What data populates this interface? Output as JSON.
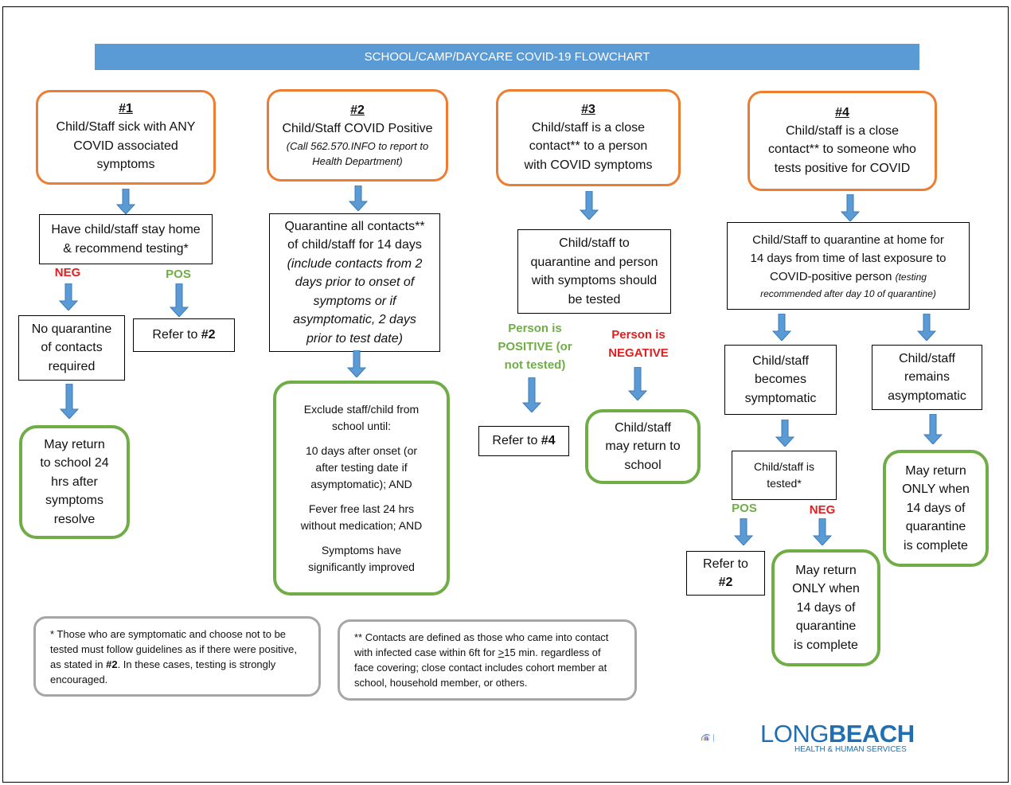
{
  "title": "SCHOOL/CAMP/DAYCARE COVID-19 FLOWCHART",
  "colors": {
    "banner": "#5b9bd5",
    "orange": "#ed7d31",
    "green": "#70ad47",
    "neg": "#e02020",
    "arrow": "#5b9bd5",
    "note": "#a6a6a6"
  },
  "col1": {
    "num": "#1",
    "head": [
      "Child/Staff sick with ANY",
      "COVID associated",
      "symptoms"
    ],
    "step": [
      "Have child/staff stay home",
      "& recommend testing*"
    ],
    "neg": "NEG",
    "pos": "POS",
    "noq": [
      "No quarantine",
      "of contacts",
      "required"
    ],
    "refer_text": "Refer to ",
    "refer_num": "#2",
    "return": [
      "May return",
      "to school 24",
      "hrs after",
      "symptoms",
      "resolve"
    ]
  },
  "col2": {
    "num": "#2",
    "head": "Child/Staff COVID Positive",
    "head_note": [
      "(Call 562.570.INFO to report to",
      "Health Department)"
    ],
    "quar": [
      "Quarantine all contacts**",
      "of child/staff for 14 days"
    ],
    "quar_it": [
      "(include contacts from 2",
      "days prior to onset of",
      "symptoms or if",
      "asymptomatic, 2 days",
      "prior to test date)"
    ],
    "exclude": [
      "Exclude staff/child from",
      "school until:"
    ],
    "c1": [
      "10 days after onset (or",
      "after testing date if",
      "asymptomatic); AND"
    ],
    "c2": [
      "Fever free last 24 hrs",
      "without medication; AND"
    ],
    "c3": [
      "Symptoms have",
      "significantly improved"
    ]
  },
  "col3": {
    "num": "#3",
    "head": [
      "Child/staff is a close",
      "contact** to a person",
      "with COVID symptoms"
    ],
    "step": [
      "Child/staff to",
      "quarantine and person",
      "with symptoms should",
      "be tested"
    ],
    "pos": [
      "Person is",
      "POSITIVE (or",
      "not tested)"
    ],
    "neg": [
      "Person is",
      "NEGATIVE"
    ],
    "refer_text": "Refer to ",
    "refer_num": "#4",
    "return": [
      "Child/staff",
      "may return to",
      "school"
    ]
  },
  "col4": {
    "num": "#4",
    "head": [
      "Child/staff is a close",
      "contact** to someone who",
      "tests positive for COVID"
    ],
    "quar": [
      "Child/Staff to quarantine at home for",
      "14 days from time of last exposure to"
    ],
    "quar3": "COVID-positive person ",
    "quar3_it": "(testing",
    "quar4_it": "recommended after day 10 of quarantine)",
    "symp": [
      "Child/staff",
      "becomes",
      "symptomatic"
    ],
    "asym": [
      "Child/staff",
      "remains",
      "asymptomatic"
    ],
    "tested": [
      "Child/staff is",
      "tested*"
    ],
    "pos": "POS",
    "neg": "NEG",
    "refer": [
      "Refer to",
      "#2"
    ],
    "return1": [
      "May return",
      "ONLY when",
      "14 days of",
      "quarantine",
      "is complete"
    ],
    "return2": [
      "May return",
      "ONLY when",
      "14 days of",
      "quarantine",
      "is complete"
    ]
  },
  "notes": {
    "n1_a": "* Those who are symptomatic and choose not to be",
    "n1_b": "tested must follow guidelines as if there were positive,",
    "n1_c1": "as stated in ",
    "n1_c2": "#2",
    "n1_c3": ". In these cases, testing is strongly",
    "n1_d": "encouraged.",
    "n2_a": "** Contacts are defined as those who came into contact",
    "n2_b1": "with infected case within 6ft for ",
    "n2_b2": ">",
    "n2_b3": "15 min. regardless of",
    "n2_c": "face covering; close contact includes cohort member at",
    "n2_d": "school, household member, or others."
  },
  "logo": {
    "name_a": "LONG",
    "name_b": "BEACH",
    "sub": "HEALTH & HUMAN SERVICES",
    "icon": "people-bars-icon"
  }
}
